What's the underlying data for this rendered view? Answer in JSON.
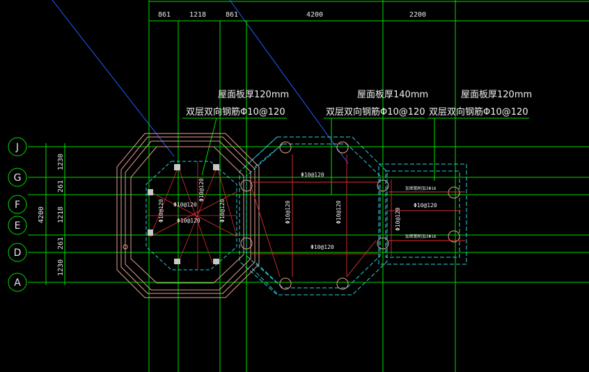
{
  "drawing": {
    "colors": {
      "background": "#000000",
      "grid": "#00e000",
      "outline": "#e8a090",
      "dashed": "#30d0e0",
      "rebar": "#e03030",
      "text": "#f0f0f0",
      "leader": "#2060ff"
    },
    "top_dimensions": [
      "861",
      "1218",
      "861",
      "4200",
      "2200"
    ],
    "side_dimensions": [
      "1230",
      "261",
      "1218",
      "261",
      "1230"
    ],
    "side_total": "4200",
    "grid_axes": [
      "J",
      "G",
      "F",
      "E",
      "D",
      "A"
    ],
    "notes": [
      {
        "thickness": "屋面板厚120mm",
        "reinforcement": "双层双向钢筋Φ10@120"
      },
      {
        "thickness": "屋面板厚140mm",
        "reinforcement": "双层双向钢筋Φ10@120"
      },
      {
        "thickness": "屋面板厚120mm",
        "reinforcement": "双层双向钢筋Φ10@120"
      }
    ],
    "rebar_labels": {
      "left": [
        "Φ10@120",
        "Φ10@120",
        "Φ10@120",
        "Φ10@120",
        "Φ10@120"
      ],
      "middle": [
        "Φ10@120",
        "Φ10@120",
        "Φ10@120",
        "Φ10@120"
      ],
      "right": [
        "加密筋附加3Φ16",
        "Φ10@120",
        "Φ10@120",
        "加密筋附加3Φ16"
      ]
    }
  }
}
